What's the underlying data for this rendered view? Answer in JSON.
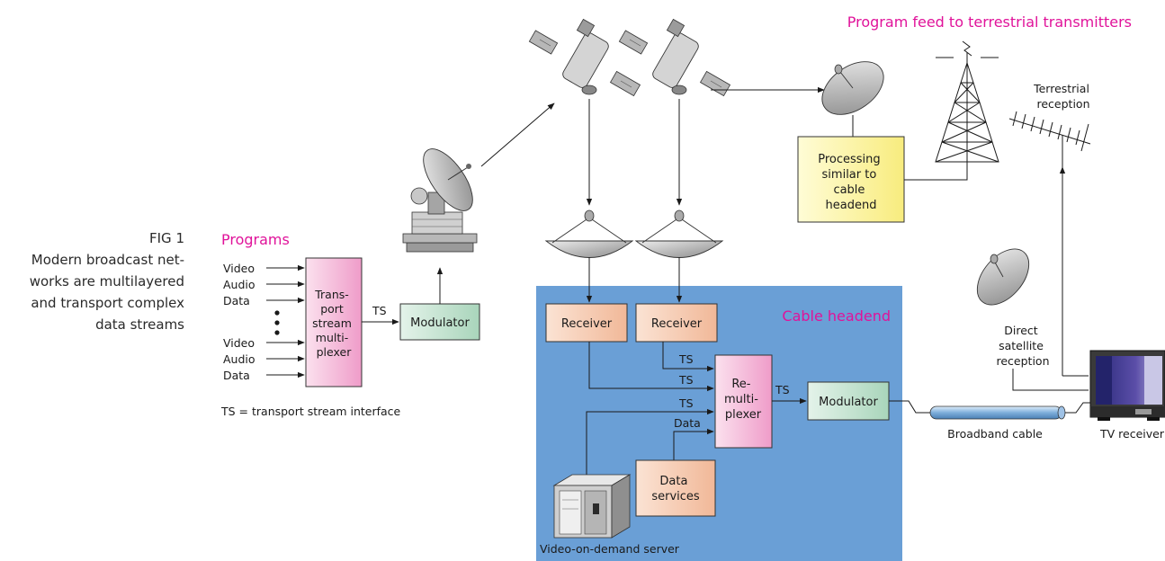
{
  "figure": {
    "number": "FIG 1",
    "caption_lines": [
      "Modern broadcast net-",
      "works are multilayered",
      "and transport complex",
      "data streams"
    ]
  },
  "sources": {
    "heading": "Programs",
    "inputs_top": [
      "Video",
      "Audio",
      "Data"
    ],
    "inputs_bottom": [
      "Video",
      "Audio",
      "Data"
    ],
    "footnote": "TS = transport stream interface"
  },
  "blocks": {
    "multiplexer": [
      "Trans-",
      "port",
      "stream",
      "multi-",
      "plexer"
    ],
    "modulator_left": "Modulator",
    "receiver_1": "Receiver",
    "receiver_2": "Receiver",
    "remultiplexer": [
      "Re-",
      "multi-",
      "plexer"
    ],
    "modulator_right": "Modulator",
    "data_services": [
      "Data",
      "services"
    ],
    "processing": [
      "Processing",
      "similar to",
      "cable",
      "headend"
    ]
  },
  "labels": {
    "ts": "TS",
    "data": "Data",
    "cable_headend": "Cable headend",
    "program_feed": "Program feed to terrestrial transmitters",
    "terrestrial_reception": [
      "Terrestrial",
      "reception"
    ],
    "direct_satellite": [
      "Direct",
      "satellite",
      "reception"
    ],
    "broadband_cable": "Broadband cable",
    "tv_receiver": "TV receiver",
    "vod_server": "Video-on-demand server"
  },
  "colors": {
    "headend_bg": "#6a9fd6",
    "accent_magenta": "#e0139a",
    "receiver_fill": "#f6cfb6",
    "modulator_fill": "#cde8da",
    "mux_fill": "#f5c5e0",
    "processing_fill": "#fdf6a3"
  }
}
